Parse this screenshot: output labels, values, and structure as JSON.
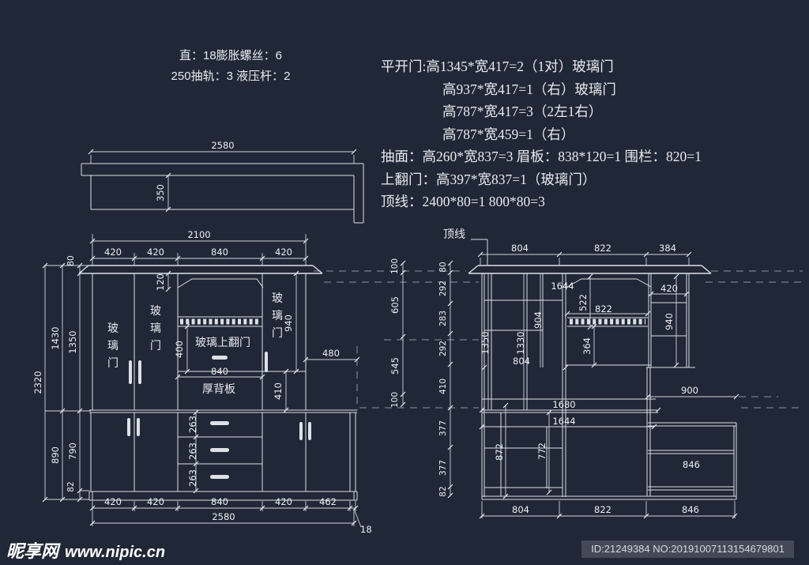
{
  "colors": {
    "background": "#202736",
    "line": "#dde1e6",
    "dashed_reference": "#8b93a1",
    "dimension_text": "#edf0f3",
    "watermark": "#ffffff"
  },
  "notes_top_left": {
    "line1": "直：18膨胀螺丝：6",
    "line2": "250抽轨：3 液压杆：2"
  },
  "spec_list": {
    "lines": [
      "平开门:高1345*宽417=2（1对）玻璃门",
      "高937*宽417=1（右）玻璃门",
      "高787*宽417=3（2左1右）",
      "高787*宽459=1（右）",
      "抽面：高260*宽837=3 眉板：838*120=1 围栏：820=1",
      "上翻门：高397*宽837=1（玻璃门）",
      "顶线：2400*80=1 800*80=3"
    ]
  },
  "top_view": {
    "width": "2580",
    "depth": "350"
  },
  "left_elevation": {
    "labels": {
      "glass_door_chars": [
        "玻",
        "璃",
        "门"
      ],
      "glass_flip_door": "玻璃上翻门",
      "thick_back_panel": "厚背板"
    },
    "dims": {
      "top_total": "2100",
      "top_row": [
        "420",
        "420",
        "840",
        "420"
      ],
      "overall_height": "2320",
      "left_mid": [
        "1430",
        "890"
      ],
      "left_inner": [
        "80",
        "1350",
        "790",
        "82"
      ],
      "cornice_drop": "120",
      "flip_door_height": "400",
      "flip_door_width": "840",
      "glass_door_height": "940",
      "shelf_gap": "410",
      "side_depth": "480",
      "drawers": [
        "263",
        "263",
        "263"
      ],
      "bottom_row": [
        "420",
        "420",
        "840",
        "420",
        "462"
      ],
      "bottom_total": "2580",
      "edge": "18"
    }
  },
  "right_elevation": {
    "top_label": "顶线",
    "dims": {
      "top_row": [
        "804",
        "822",
        "384"
      ],
      "left_outer": [
        "100",
        "605",
        "545",
        "100"
      ],
      "left_inner": [
        "80",
        "292",
        "283",
        "292",
        "410",
        "377",
        "377",
        "82"
      ],
      "d1644_top": "1644",
      "d522": "522",
      "d822": "822",
      "d420": "420",
      "d940": "940",
      "d904": "904",
      "d1350": "1350",
      "d1330": "1330",
      "d364": "364",
      "d804": "804",
      "d1680": "1680",
      "d1644_bottom": "1644",
      "d872": "872",
      "d772": "772",
      "d900": "900",
      "d846_inner": "846",
      "bottom_row": [
        "804",
        "822",
        "846"
      ]
    }
  },
  "watermark": {
    "site_name": "昵享网",
    "site_url": "www.nipic.cn"
  },
  "id_box": {
    "text": "ID:21249384 NO:20191007113154679801"
  }
}
